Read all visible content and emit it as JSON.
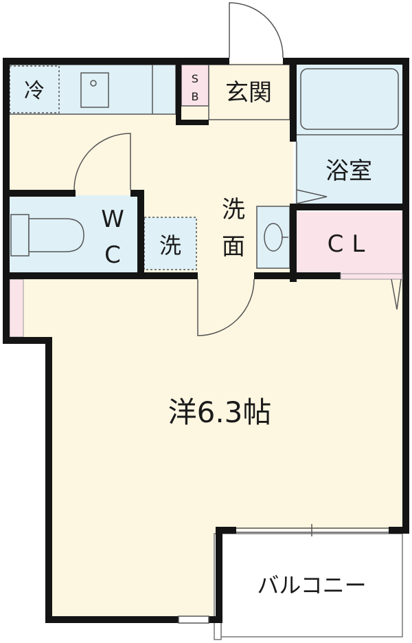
{
  "labels": {
    "fridge": "冷",
    "sb_top": "S",
    "sb_bottom": "B",
    "entrance": "玄関",
    "bathroom": "浴室",
    "washroom_top": "洗",
    "washroom_bottom": "面",
    "closet": "CL",
    "wc_top": "W",
    "wc_bottom": "C",
    "washer": "洗",
    "main_room": "洋6.3帖",
    "balcony": "バルコニー"
  },
  "colors": {
    "wall": "#141414",
    "floor": "#fdf6e1",
    "wet_area": "#dff0f7",
    "closet": "#fbe3ea",
    "balcony": "#ffffff"
  }
}
